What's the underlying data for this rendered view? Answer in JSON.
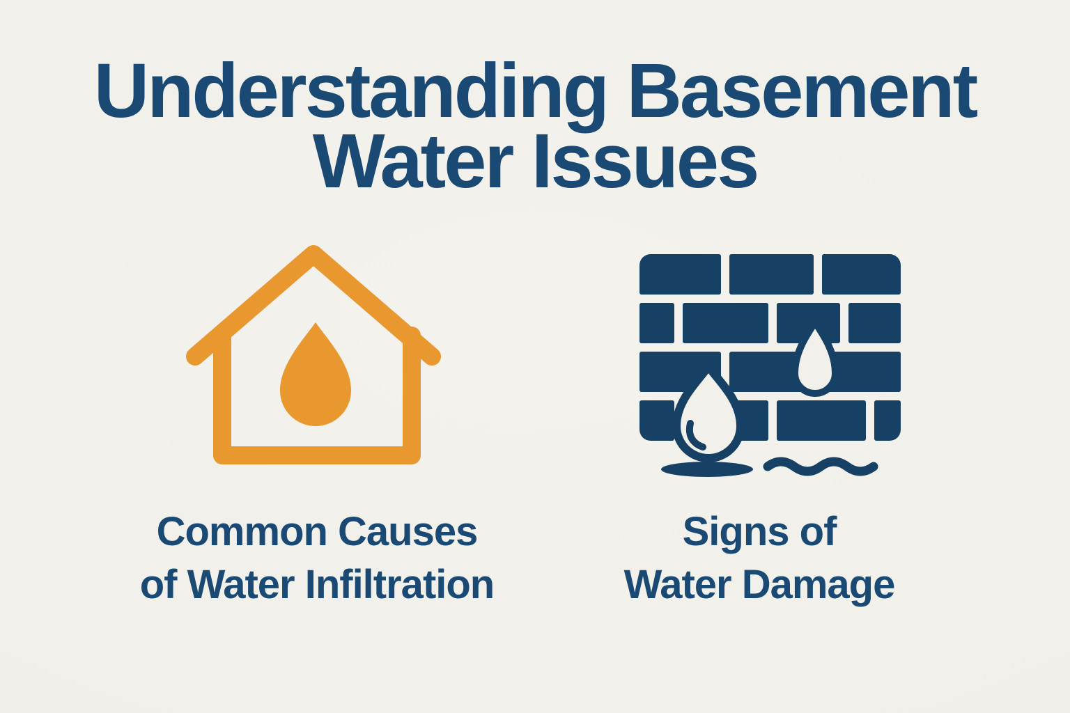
{
  "page": {
    "background_color": "#F2F0EA",
    "title": {
      "line1": "Understanding Basement",
      "line2": "Water Issues",
      "color": "#1A4A73"
    }
  },
  "colors": {
    "background": "#F2F0EA",
    "navy": "#164064",
    "orange": "#E8982F",
    "text_blue": "#1A4A73"
  },
  "sections": [
    {
      "name": "common-causes",
      "icon": "house-with-water-drop-icon",
      "icon_color": "#E8982F",
      "label": {
        "line1": "Common Causes",
        "line2": "of Water Infiltration"
      }
    },
    {
      "name": "signs-of-damage",
      "icon": "brick-wall-with-water-drops-icon",
      "icon_color": "#164064",
      "label": {
        "line1": "Signs of",
        "line2": "Water Damage"
      }
    }
  ]
}
